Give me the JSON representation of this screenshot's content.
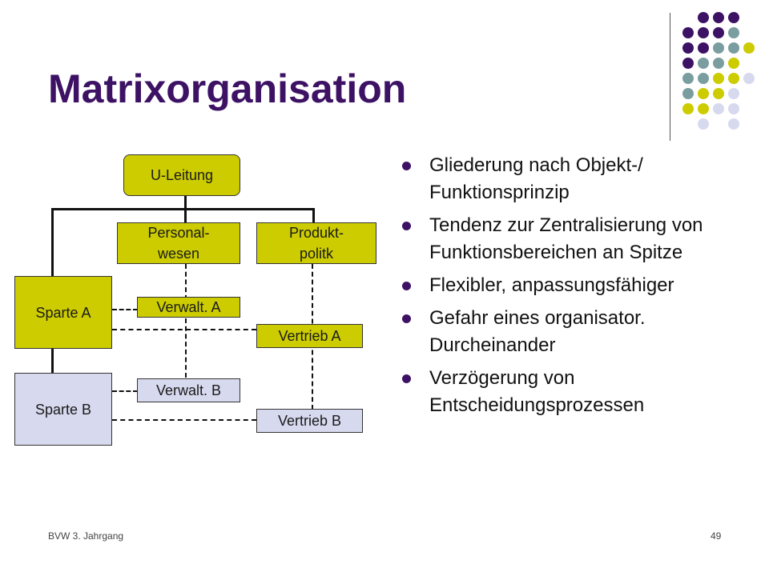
{
  "slide": {
    "title": "Matrixorganisation",
    "footer_left": "BVW 3. Jahrgang",
    "page_number": "49"
  },
  "colors": {
    "title": "#3d1264",
    "purple_dot": "#3d1264",
    "teal_dot": "#7a9e9f",
    "yellow": "#cccc00",
    "lavender": "#d7d9ee"
  },
  "diagram": {
    "top": "U-Leitung",
    "functions": [
      "Personal-\nwesen",
      "Produkt-\npolitk"
    ],
    "divisions": [
      "Sparte A",
      "Sparte B"
    ],
    "cells": {
      "verwalt_a": "Verwalt. A",
      "vertrieb_a": "Vertrieb A",
      "verwalt_b": "Verwalt. B",
      "vertrieb_b": "Vertrieb B"
    }
  },
  "bullets": [
    "Gliederung nach Objekt-/ Funktionsprinzip",
    "Tendenz zur Zentralisierung von Funktionsbereichen an Spitze",
    "Flexibler, anpassungsfähiger",
    "Gefahr eines organisator. Durcheinander",
    "Verzögerung von Entscheidungsprozessen"
  ]
}
